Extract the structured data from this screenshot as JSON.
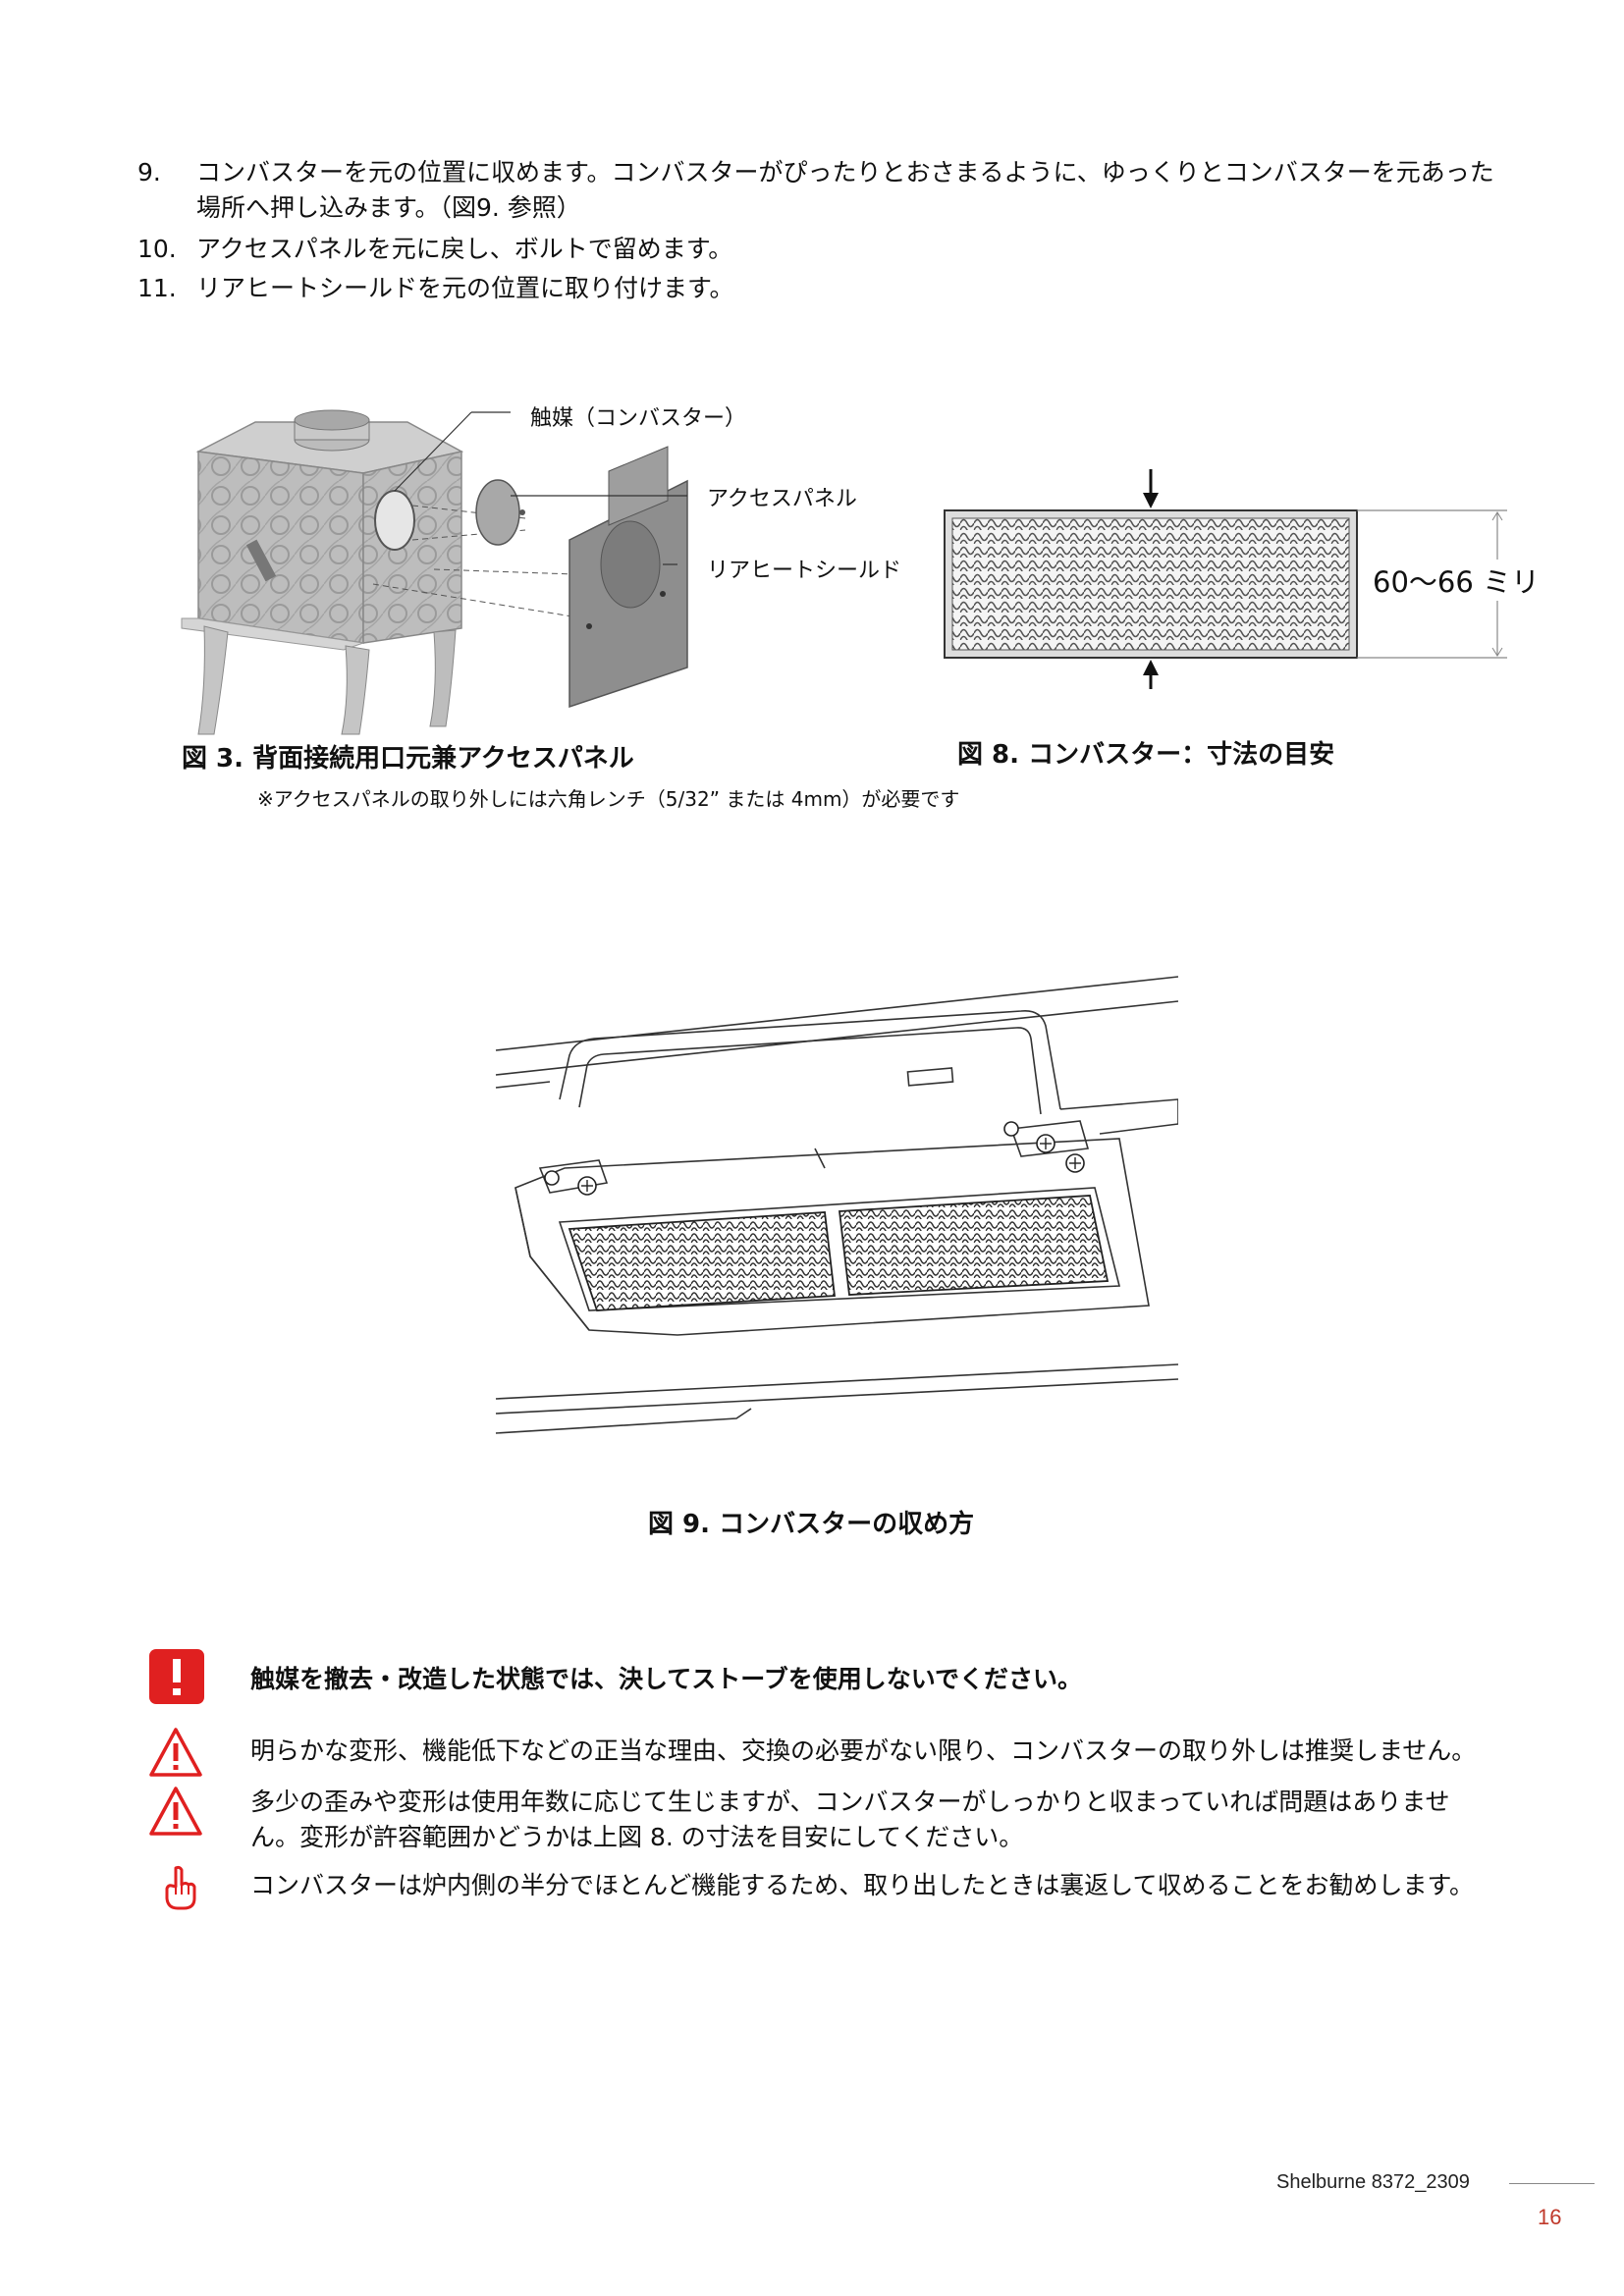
{
  "steps": [
    {
      "num": "9.",
      "line1": "コンバスターを元の位置に収めます。コンバスターがぴったりとおさまるように、ゆっくりとコンバスターを元あった",
      "line2": "場所へ押し込みます。（図9.  参照）"
    },
    {
      "num": "10.",
      "line1": "アクセスパネルを元に戻し、ボルトで留めます。"
    },
    {
      "num": "11.",
      "line1": "リアヒートシールドを元の位置に取り付けます。"
    }
  ],
  "figure3": {
    "label_combustor": "触媒（コンバスター）",
    "label_access_panel": "アクセスパネル",
    "label_rear_shield": "リアヒートシールド",
    "caption": "図 3.  背面接続用口元兼アクセスパネル",
    "note": "※アクセスパネルの取り外しには六角レンチ（5/32”  または 4mm）が必要です"
  },
  "figure8": {
    "dimension": "60～66 ミリ",
    "caption": "図 8.  コンバスター：寸法の目安"
  },
  "figure9": {
    "caption": "図 9.  コンバスターの収め方"
  },
  "warnings": [
    {
      "icon": "exclamation-box-icon",
      "text": "触媒を撤去・改造した状態では、決してストーブを使用しないでください。",
      "bold": true
    },
    {
      "icon": "warning-triangle-icon",
      "text": "明らかな変形、機能低下などの正当な理由、交換の必要がない限り、コンバスターの取り外しは推奨しません。"
    },
    {
      "icon": "warning-triangle-icon",
      "line1": "多少の歪みや変形は使用年数に応じて生じますが、コンバスターがしっかりと収まっていれば問題はありませ",
      "line2": "ん。変形が許容範囲かどうかは上図 8.  の寸法を目安にしてください。"
    },
    {
      "icon": "pointing-hand-icon",
      "text": "コンバスターは炉内側の半分でほとんど機能するため、取り出したときは裏返して収めることをお勧めします。"
    }
  ],
  "footer": {
    "brand": "Shelburne  8372_2309",
    "page": "16"
  },
  "colors": {
    "accent_red": "#e02020",
    "page_number": "#c0392b"
  }
}
